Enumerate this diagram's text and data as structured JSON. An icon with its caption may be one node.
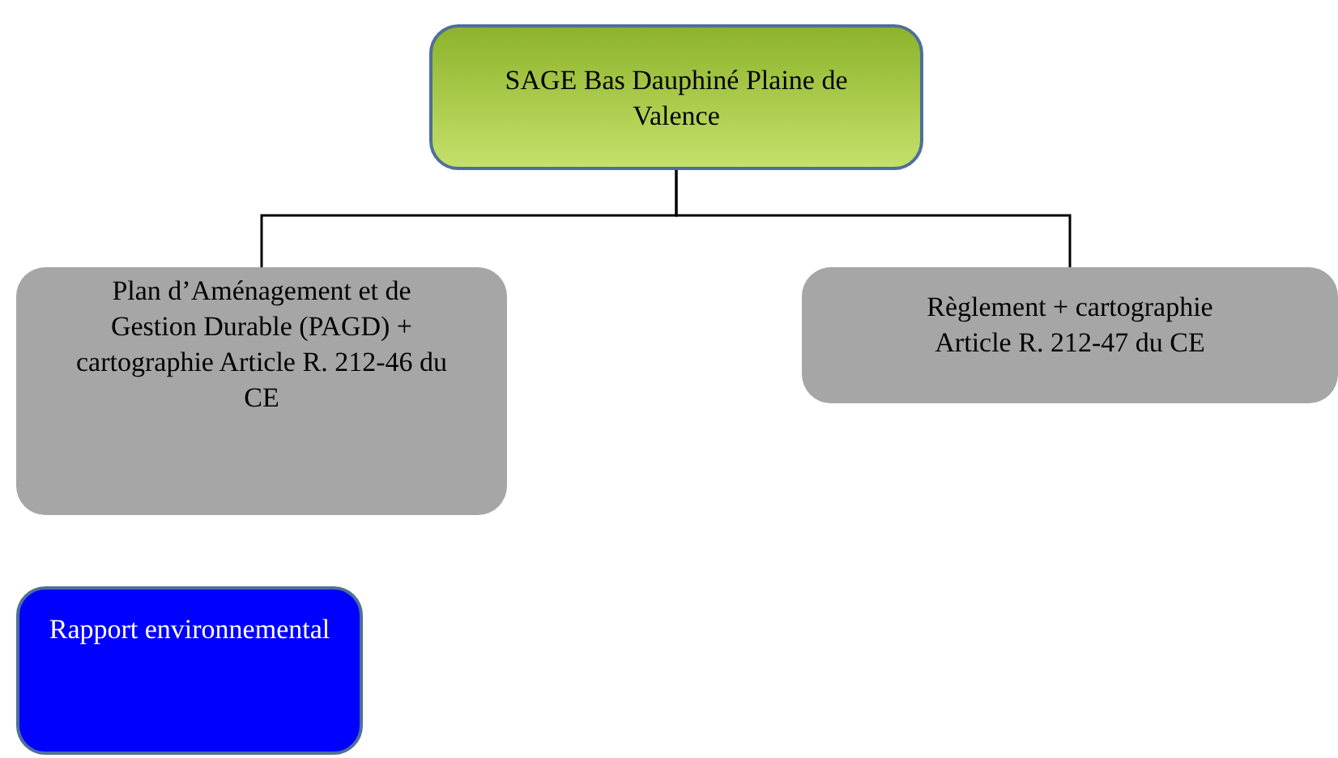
{
  "diagram": {
    "nodes": [
      {
        "text": [
          "SAGE Bas Dauphiné Plaine de Valence"
        ]
      },
      {
        "text": [
          "Plan d’Aménagement et de Gestion Durable (PAGD) + cartographie Article R. 212-46 du CE"
        ]
      },
      {
        "text": [
          "Règlement + cartographie Article R. 212-47 du CE"
        ]
      },
      {
        "text": [
          "Rapport environnemental"
        ]
      }
    ],
    "edges": [
      {
        "from": 0,
        "to": 1,
        "arrow": "none"
      },
      {
        "from": 0,
        "to": 2,
        "arrow": "none"
      }
    ]
  }
}
